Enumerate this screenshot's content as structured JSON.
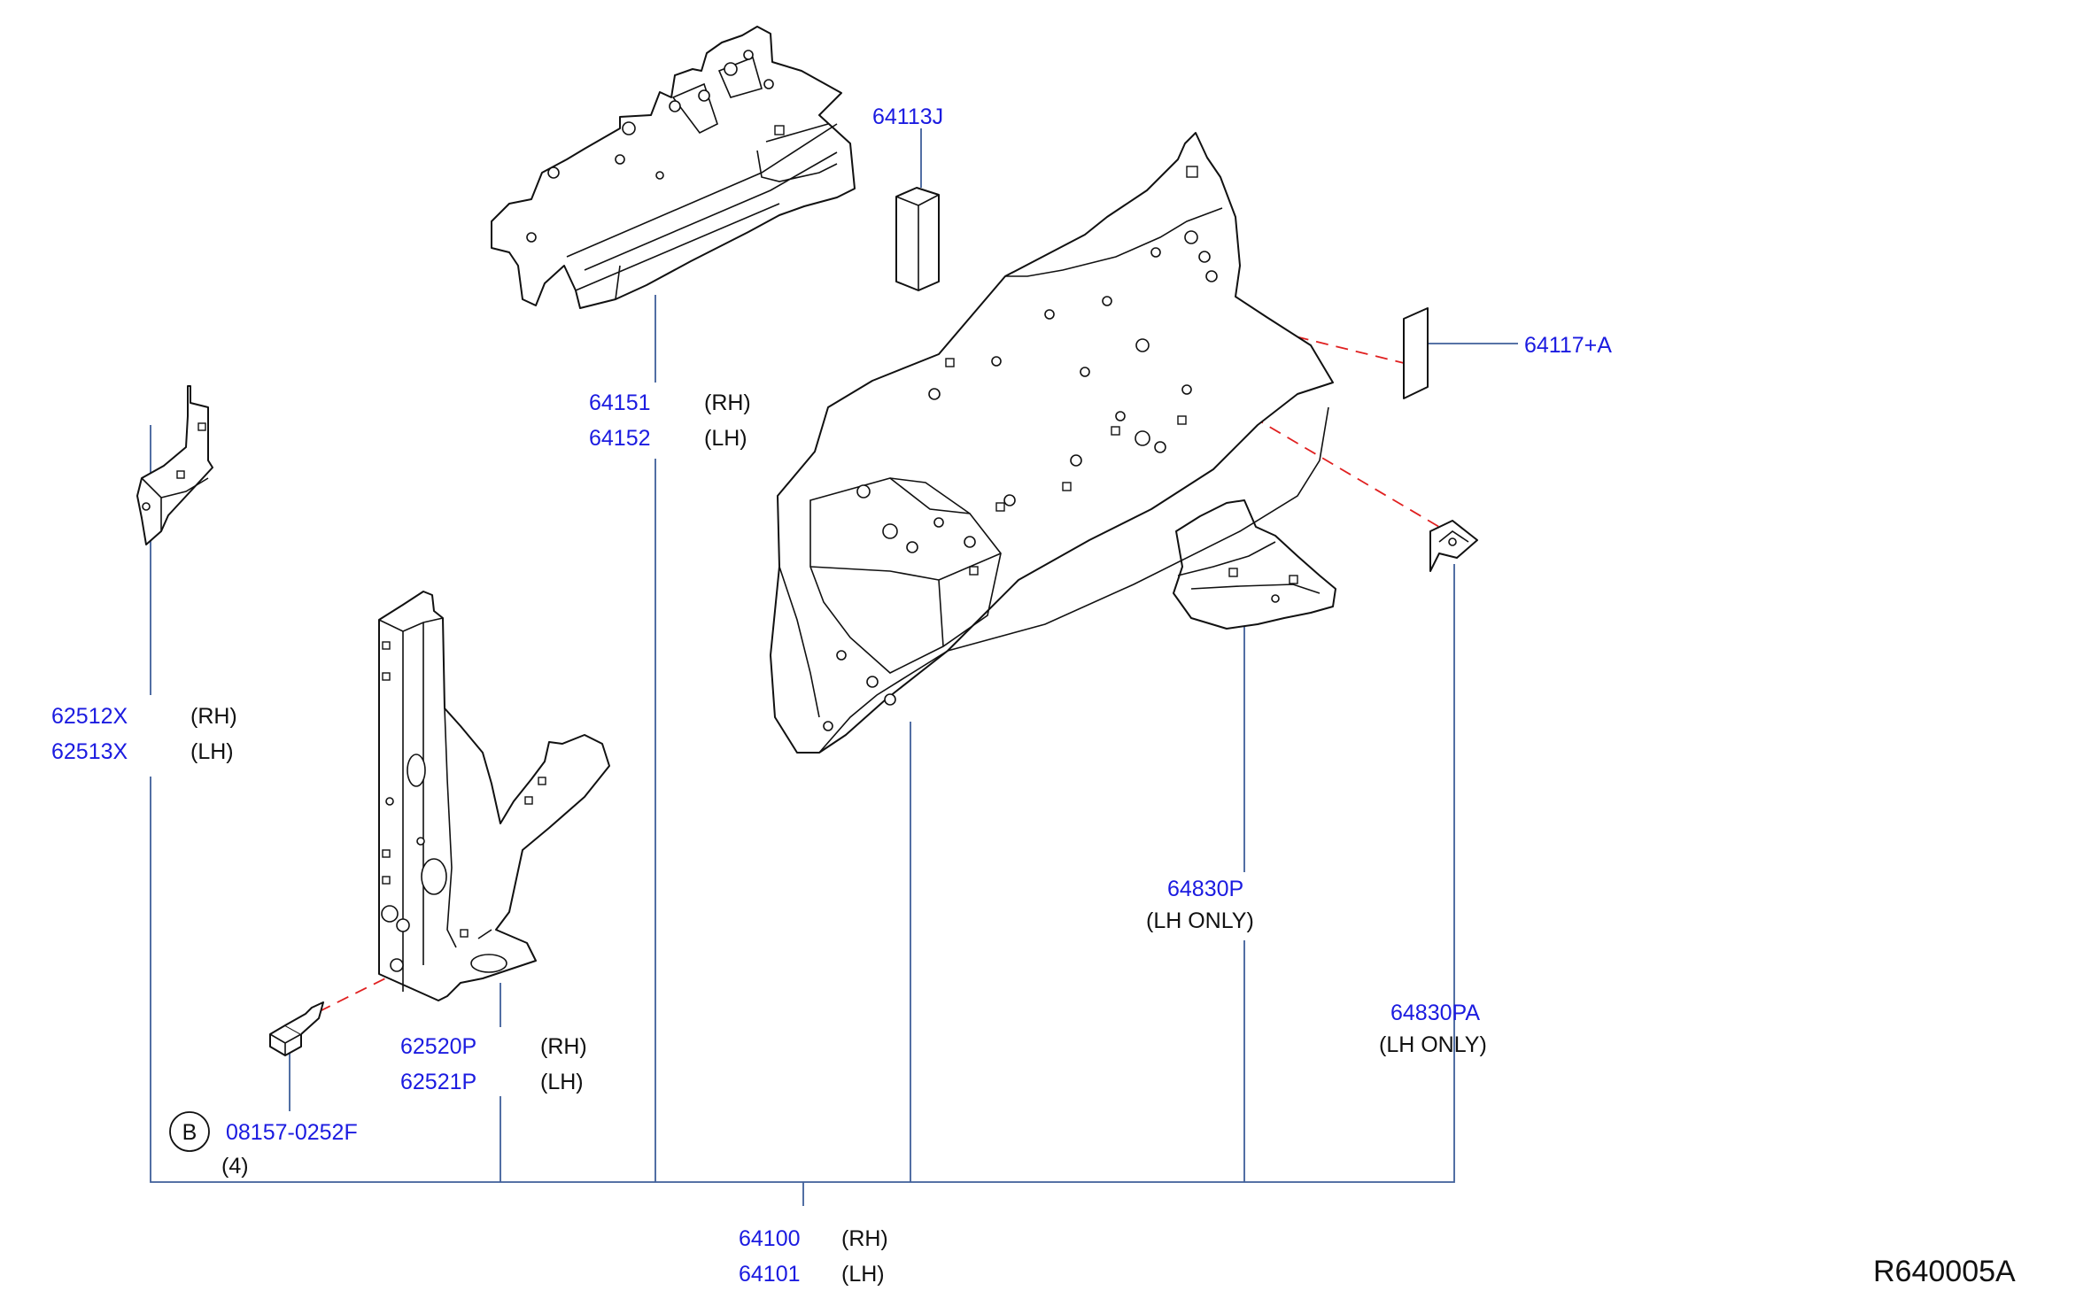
{
  "diagram_id": "R640005A",
  "callouts": {
    "p64113J": "64113J",
    "p64117A": "64117+A",
    "p64151": "64151",
    "p64152": "64152",
    "p62512X": "62512X",
    "p62513X": "62513X",
    "p64830P": "64830P",
    "p64830PA": "64830PA",
    "p62520P": "62520P",
    "p62521P": "62521P",
    "p08157": "08157-0252F",
    "p64100": "64100",
    "p64101": "64101"
  },
  "side": {
    "rh": "(RH)",
    "lh": "(LH)"
  },
  "notes": {
    "lh_only_a": "(LH   ONLY)",
    "lh_only_b": "(LH   ONLY)",
    "qty": "(4)",
    "b_marker": "B"
  },
  "colors": {
    "part_number": "#1b1be0",
    "leader": "#3f5f9a",
    "phantom_line": "#e02020",
    "outline": "#111111"
  }
}
